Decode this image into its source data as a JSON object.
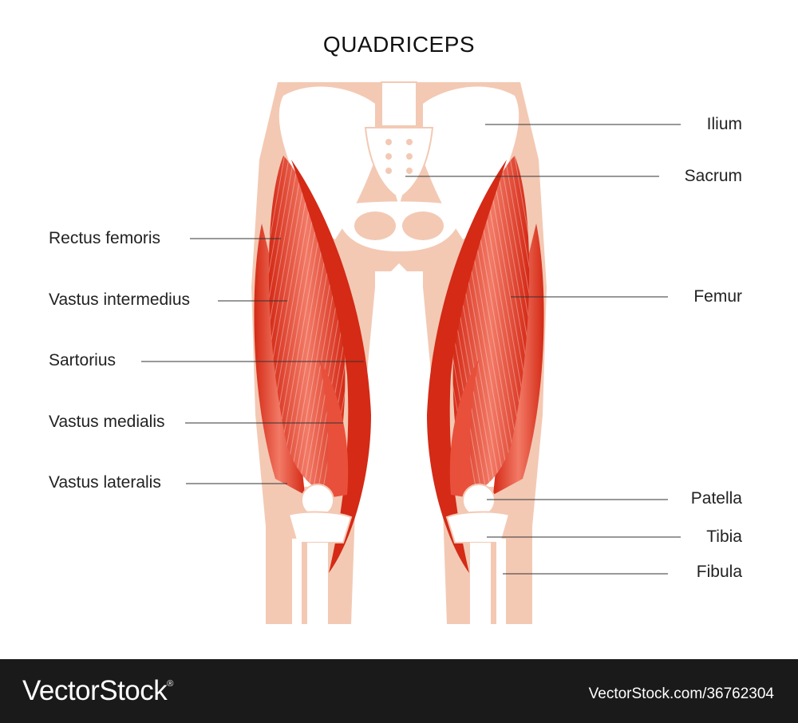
{
  "title": "QUADRICEPS",
  "labels_left": [
    {
      "id": "rectus-femoris",
      "text": "Rectus femoris"
    },
    {
      "id": "vastus-intermedius",
      "text": "Vastus intermedius"
    },
    {
      "id": "sartorius",
      "text": "Sartorius"
    },
    {
      "id": "vastus-medialis",
      "text": "Vastus medialis"
    },
    {
      "id": "vastus-lateralis",
      "text": "Vastus lateralis"
    }
  ],
  "labels_right": [
    {
      "id": "ilium",
      "text": "Ilium"
    },
    {
      "id": "sacrum",
      "text": "Sacrum"
    },
    {
      "id": "femur",
      "text": "Femur"
    },
    {
      "id": "patella",
      "text": "Patella"
    },
    {
      "id": "tibia",
      "text": "Tibia"
    },
    {
      "id": "fibula",
      "text": "Fibula"
    }
  ],
  "footer": {
    "brand": "VectorStock",
    "registered": "®",
    "url": "VectorStock.com/36762304"
  },
  "colors": {
    "skin": "#f3c9b4",
    "bone": "#ffffff",
    "muscle_dark": "#d42a16",
    "muscle_light": "#f06b56",
    "leader_line": "#333333",
    "footer_bg": "#1a1a1a"
  }
}
